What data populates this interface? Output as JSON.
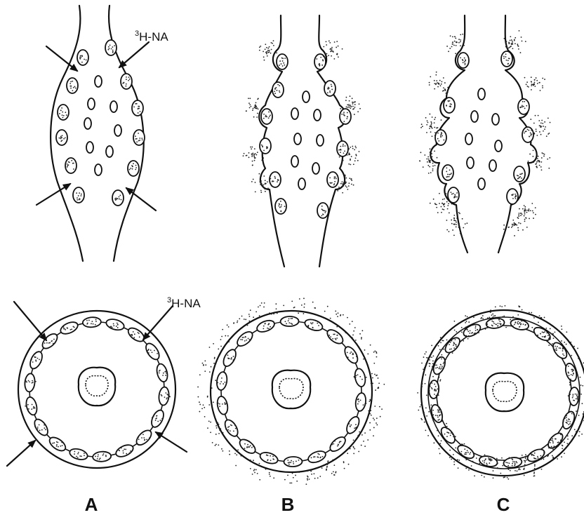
{
  "tracer_label_top": "3H-NA",
  "tracer_label_bottom": "3H-NA",
  "tracer_sup": "3",
  "tracer_main": "H-NA",
  "panels": [
    {
      "letter": "A"
    },
    {
      "letter": "B"
    },
    {
      "letter": "C"
    }
  ]
}
